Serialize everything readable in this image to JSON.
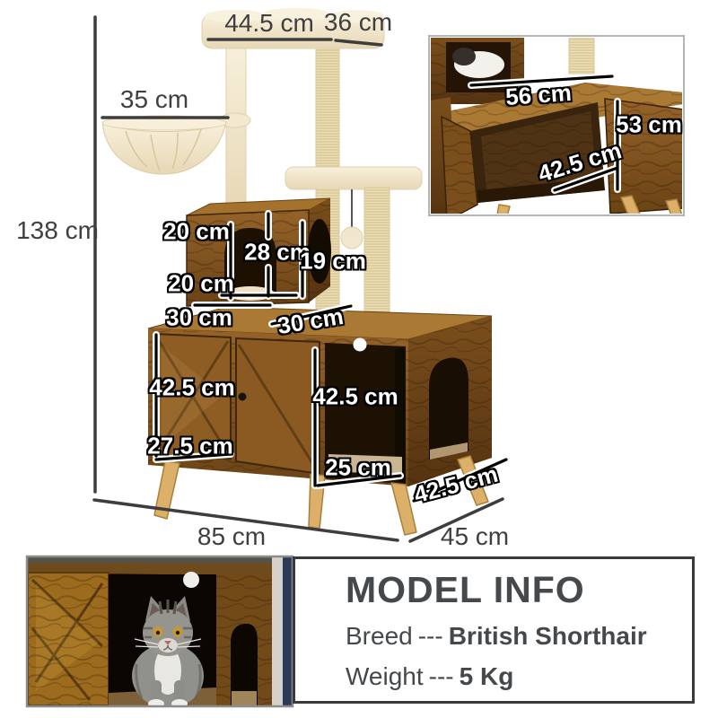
{
  "dims": {
    "top_width": "44.5 cm",
    "top_depth": "36 cm",
    "hammock_width": "35 cm",
    "total_height": "138 cm",
    "cube_top": "20 cm",
    "cube_door_height": "28 cm",
    "platform_gap": "19 cm",
    "cube_bottom": "20 cm",
    "cube_width_front": "30 cm",
    "cube_width_side": "30 cm",
    "left_door_height": "42.5 cm",
    "left_door_width": "27.5 cm",
    "open_compartment_height": "42.5 cm",
    "open_compartment_width": "25 cm",
    "side_depth": "42.5 cm",
    "base_width": "85 cm",
    "base_depth": "45 cm"
  },
  "inset": {
    "inner_width": "56 cm",
    "inner_height": "53 cm",
    "inner_depth": "42.5 cm"
  },
  "model_info": {
    "title": "MODEL INFO",
    "breed_label": "Breed",
    "breed_sep": "---",
    "breed_value": "British Shorthair",
    "weight_label": "Weight",
    "weight_sep": "---",
    "weight_value": "5 Kg"
  },
  "colors": {
    "wood": "#8a5a22",
    "wood_dark": "#5d3a14",
    "plush": "#f3e9d0",
    "sisal": "#ecdfb8",
    "dimension_line": "#3d3d3d",
    "label_text": "#3f3f3f",
    "navy_strip": "#2c3a57"
  }
}
